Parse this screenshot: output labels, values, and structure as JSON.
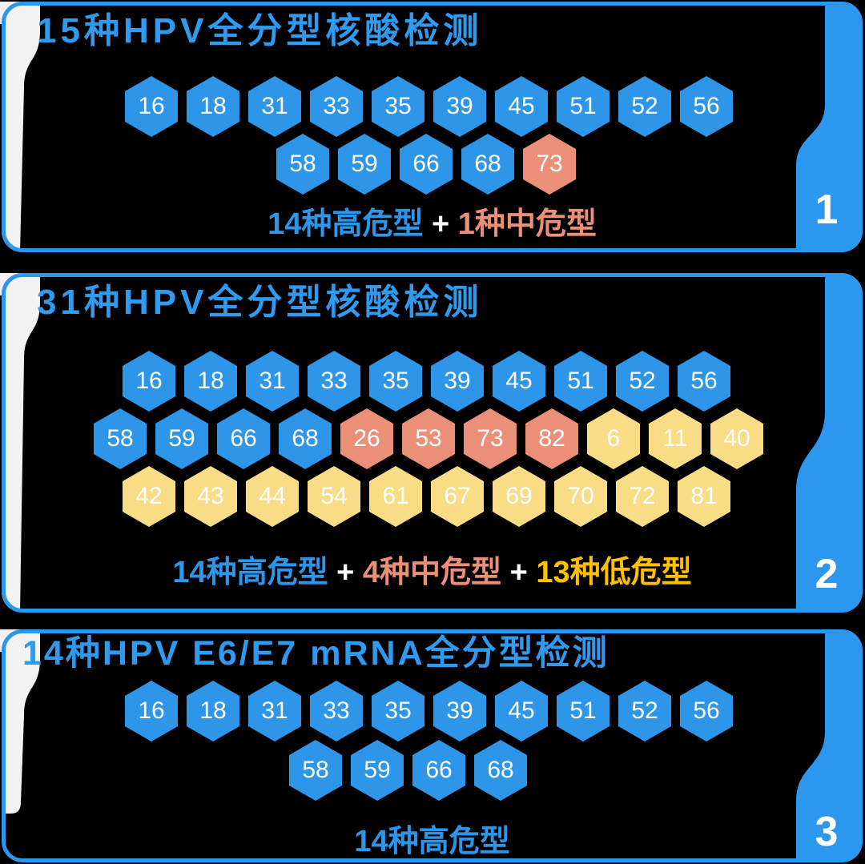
{
  "colors": {
    "blue": "#2E96E9",
    "salmon": "#EC8F78",
    "yellow": "#F9DC86",
    "gold": "#FFC000",
    "border": "#2B97EE",
    "title": "#2E9AF0",
    "swoosh": "#F2F2F2"
  },
  "legend": {
    "high_risk_color": "#2E96E9",
    "mid_risk_color": "#EC8F78",
    "low_risk_color": "#F9DC86"
  },
  "panels": [
    {
      "number": "1",
      "title": "15种HPV全分型核酸检测",
      "rows": [
        {
          "cells": [
            {
              "label": "16",
              "risk": "high"
            },
            {
              "label": "18",
              "risk": "high"
            },
            {
              "label": "31",
              "risk": "high"
            },
            {
              "label": "33",
              "risk": "high"
            },
            {
              "label": "35",
              "risk": "high"
            },
            {
              "label": "39",
              "risk": "high"
            },
            {
              "label": "45",
              "risk": "high"
            },
            {
              "label": "51",
              "risk": "high"
            },
            {
              "label": "52",
              "risk": "high"
            },
            {
              "label": "56",
              "risk": "high"
            }
          ]
        },
        {
          "cells": [
            {
              "label": "58",
              "risk": "high"
            },
            {
              "label": "59",
              "risk": "high"
            },
            {
              "label": "66",
              "risk": "high"
            },
            {
              "label": "68",
              "risk": "high"
            },
            {
              "label": "73",
              "risk": "mid"
            }
          ]
        }
      ],
      "caption": [
        {
          "text": "14种高危型",
          "color": "high"
        },
        {
          "text": " + ",
          "color": "plus"
        },
        {
          "text": "1种中危型",
          "color": "mid"
        }
      ]
    },
    {
      "number": "2",
      "title": "31种HPV全分型核酸检测",
      "rows": [
        {
          "cells": [
            {
              "label": "16",
              "risk": "high"
            },
            {
              "label": "18",
              "risk": "high"
            },
            {
              "label": "31",
              "risk": "high"
            },
            {
              "label": "33",
              "risk": "high"
            },
            {
              "label": "35",
              "risk": "high"
            },
            {
              "label": "39",
              "risk": "high"
            },
            {
              "label": "45",
              "risk": "high"
            },
            {
              "label": "51",
              "risk": "high"
            },
            {
              "label": "52",
              "risk": "high"
            },
            {
              "label": "56",
              "risk": "high"
            }
          ]
        },
        {
          "cells": [
            {
              "label": "58",
              "risk": "high"
            },
            {
              "label": "59",
              "risk": "high"
            },
            {
              "label": "66",
              "risk": "high"
            },
            {
              "label": "68",
              "risk": "high"
            },
            {
              "label": "26",
              "risk": "mid"
            },
            {
              "label": "53",
              "risk": "mid"
            },
            {
              "label": "73",
              "risk": "mid"
            },
            {
              "label": "82",
              "risk": "mid"
            },
            {
              "label": "6",
              "risk": "low"
            },
            {
              "label": "11",
              "risk": "low"
            },
            {
              "label": "40",
              "risk": "low"
            }
          ]
        },
        {
          "cells": [
            {
              "label": "42",
              "risk": "low"
            },
            {
              "label": "43",
              "risk": "low"
            },
            {
              "label": "44",
              "risk": "low"
            },
            {
              "label": "54",
              "risk": "low"
            },
            {
              "label": "61",
              "risk": "low"
            },
            {
              "label": "67",
              "risk": "low"
            },
            {
              "label": "69",
              "risk": "low"
            },
            {
              "label": "70",
              "risk": "low"
            },
            {
              "label": "72",
              "risk": "low"
            },
            {
              "label": "81",
              "risk": "low"
            }
          ]
        }
      ],
      "caption": [
        {
          "text": "14种高危型",
          "color": "high"
        },
        {
          "text": " + ",
          "color": "plus"
        },
        {
          "text": "4种中危型",
          "color": "mid"
        },
        {
          "text": " + ",
          "color": "plus"
        },
        {
          "text": "13种低危型",
          "color": "low"
        }
      ]
    },
    {
      "number": "3",
      "title": "14种HPV E6/E7 mRNA全分型检测",
      "rows": [
        {
          "cells": [
            {
              "label": "16",
              "risk": "high"
            },
            {
              "label": "18",
              "risk": "high"
            },
            {
              "label": "31",
              "risk": "high"
            },
            {
              "label": "33",
              "risk": "high"
            },
            {
              "label": "35",
              "risk": "high"
            },
            {
              "label": "39",
              "risk": "high"
            },
            {
              "label": "45",
              "risk": "high"
            },
            {
              "label": "51",
              "risk": "high"
            },
            {
              "label": "52",
              "risk": "high"
            },
            {
              "label": "56",
              "risk": "high"
            }
          ]
        },
        {
          "cells": [
            {
              "label": "58",
              "risk": "high"
            },
            {
              "label": "59",
              "risk": "high"
            },
            {
              "label": "66",
              "risk": "high"
            },
            {
              "label": "68",
              "risk": "high"
            }
          ]
        }
      ],
      "caption": [
        {
          "text": "14种高危型",
          "color": "high"
        }
      ]
    }
  ]
}
